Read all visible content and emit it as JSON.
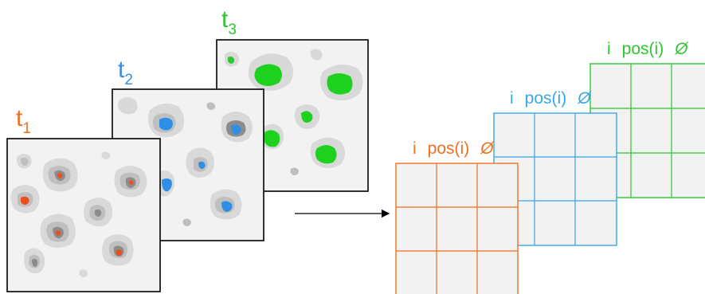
{
  "frames": [
    {
      "label": "t",
      "subscript": "1",
      "color": "#f07021",
      "fill": "#e8501c"
    },
    {
      "label": "t",
      "subscript": "2",
      "color": "#3a8fdc",
      "fill": "#2f8fe6"
    },
    {
      "label": "t",
      "subscript": "3",
      "color": "#2ec72e",
      "fill": "#1fd11f"
    }
  ],
  "tables": [
    {
      "col_i": "i",
      "col_pos": "pos(i)",
      "col_phi": "Ø",
      "color": "#f07021"
    },
    {
      "col_i": "i",
      "col_pos": "pos(i)",
      "col_phi": "Ø",
      "color": "#3aa6e8"
    },
    {
      "col_i": "i",
      "col_pos": "pos(i)",
      "col_phi": "Ø",
      "color": "#2ec72e"
    }
  ],
  "palette": {
    "frame_bg": "#f2f2f2",
    "frame_border": "#000000",
    "blob_light": "#d9d9d9",
    "blob_mid": "#bfbfbf",
    "blob_dark": "#8c8c8c",
    "cell_bg": "#f2f2f2",
    "arrow": "#000000"
  }
}
